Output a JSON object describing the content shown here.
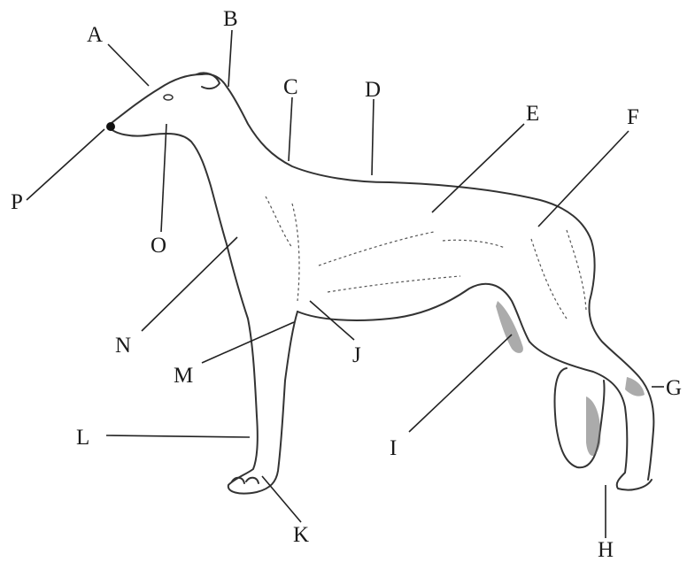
{
  "labels": {
    "a": "A",
    "b": "B",
    "c": "C",
    "d": "D",
    "e": "E",
    "f": "F",
    "g": "G",
    "h": "H",
    "i": "I",
    "j": "J",
    "k": "K",
    "l": "L",
    "m": "M",
    "n": "N",
    "o": "O",
    "p": "P"
  }
}
